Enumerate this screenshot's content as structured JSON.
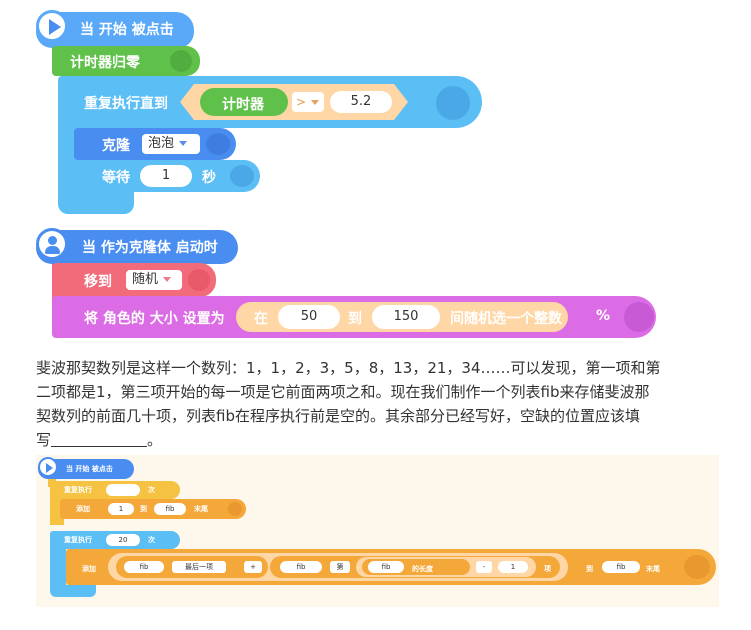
{
  "script1": {
    "hat": "当 开始 被点击",
    "reset": "计时器归零",
    "repeat_until": "重复执行直到",
    "timer": "计时器",
    "op": ">",
    "value": "5.2",
    "clone": "克隆",
    "clone_target": "泡泡",
    "wait": "等待",
    "wait_value": "1",
    "wait_unit": "秒"
  },
  "script2": {
    "hat": "当 作为克隆体 启动时",
    "goto": "移到",
    "goto_target": "随机",
    "size_text": "将 角色的 大小 设置为",
    "between": "在",
    "min": "50",
    "to": "到",
    "max": "150",
    "pick": "间随机选一个整数",
    "percent": "%"
  },
  "question": {
    "line1": "斐波那契数列是这样一个数列：1，1，2，3，5，8，13，21，34……可以发现，第一项和第",
    "line2": "二项都是1，第三项开始的每一项是它前面两项之和。现在我们制作一个列表fib来存储斐波那",
    "line3": "契数列的前面几十项，列表fib在程序执行前是空的。其余部分已经写好，空缺的位置应该填",
    "line4": "写",
    "line4_end": "。"
  },
  "script3": {
    "hat": "当 开始 被点击",
    "repeat": "重复执行",
    "times": "次",
    "add": "添加",
    "add_value": "1",
    "to": "到",
    "list": "fib",
    "end": "末尾",
    "repeat2": "重复执行",
    "repeat2_value": "20",
    "times2": "次",
    "add2": "添加",
    "fib_a": "fib",
    "last_item": "最后一项",
    "plus": "+",
    "fib_b": "fib",
    "nth": "第",
    "fib_c": "fib",
    "length": "的长度",
    "minus": "-",
    "one": "1",
    "item": "项",
    "to2": "到",
    "fib_d": "fib",
    "end2": "末尾"
  }
}
